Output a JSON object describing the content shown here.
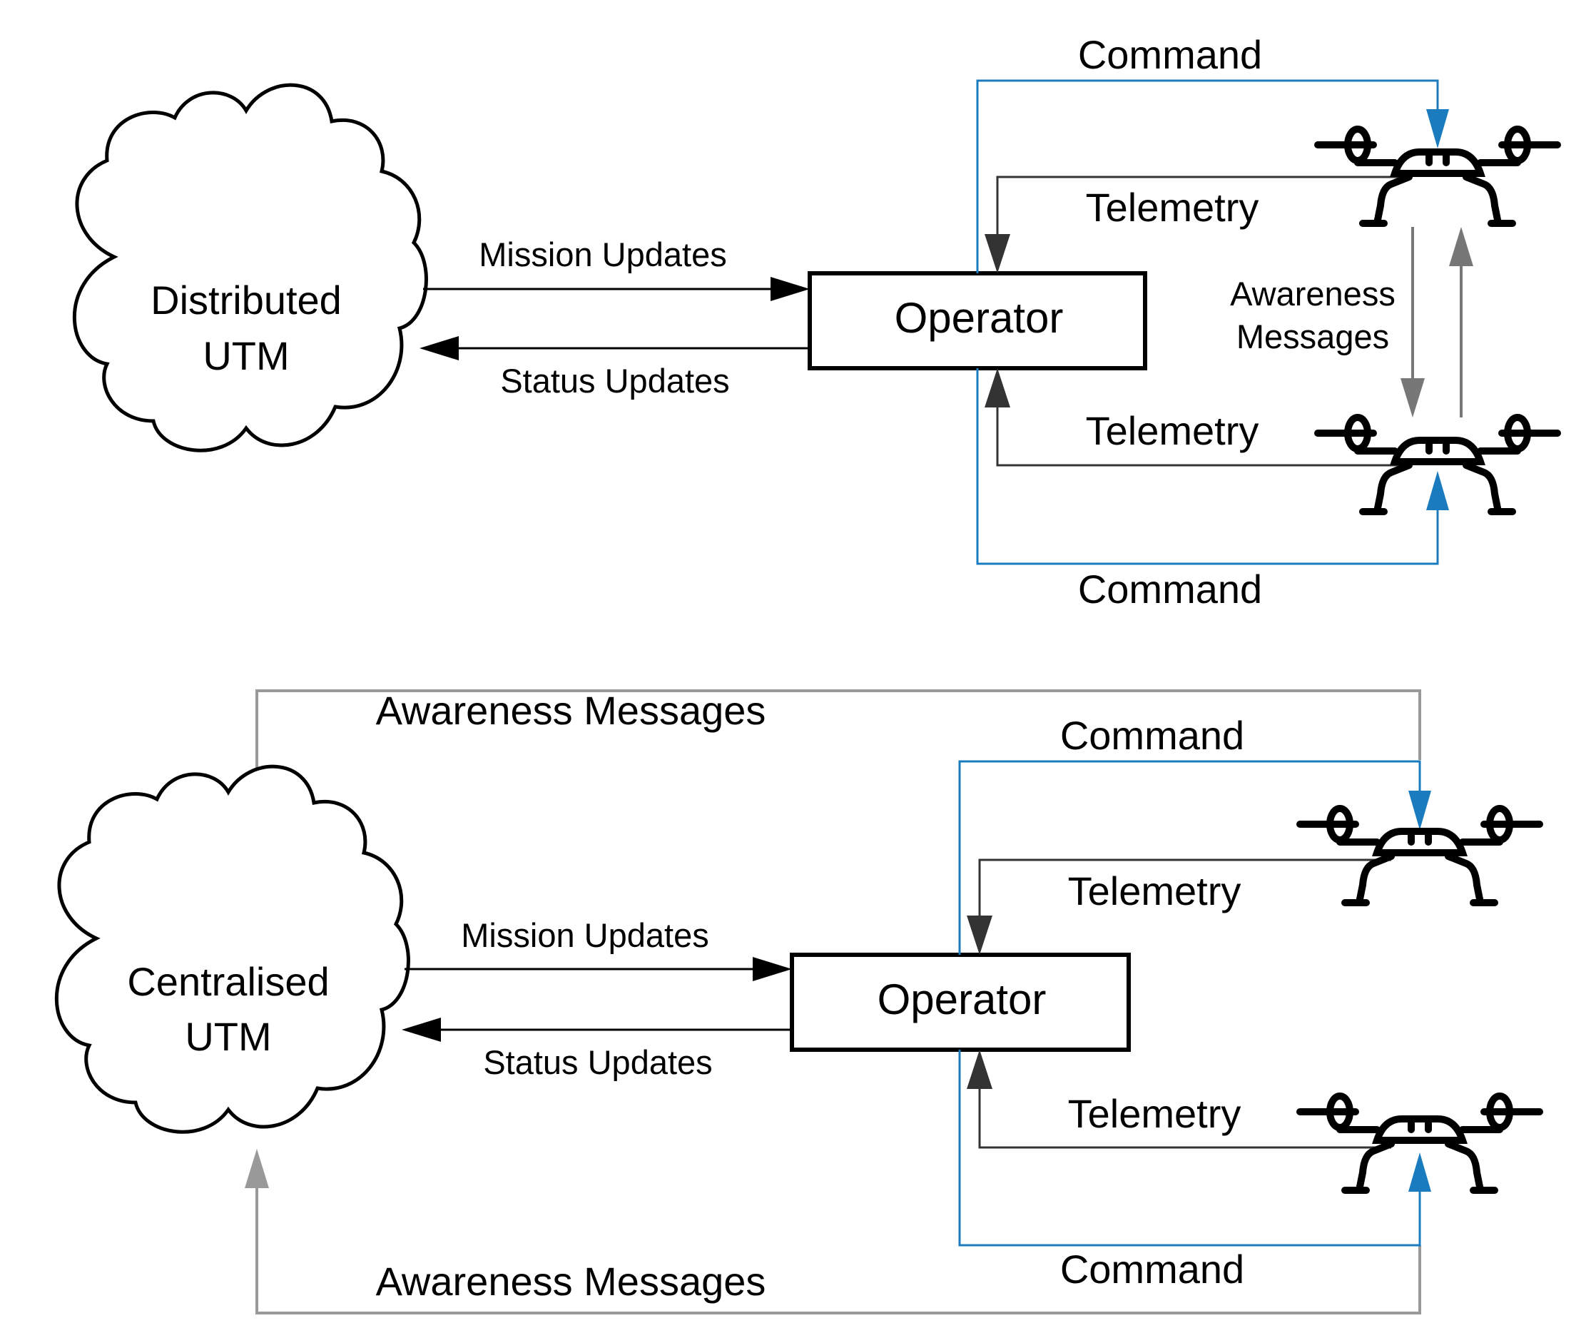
{
  "top": {
    "cloud_label": [
      "Distributed",
      "UTM"
    ],
    "operator_label": "Operator",
    "mission_updates": "Mission Updates",
    "status_updates": "Status Updates",
    "command_top": "Command",
    "telemetry_top": "Telemetry",
    "awareness": [
      "Awareness",
      "Messages"
    ],
    "telemetry_bottom": "Telemetry",
    "command_bottom": "Command"
  },
  "bottom": {
    "cloud_label": [
      "Centralised",
      "UTM"
    ],
    "operator_label": "Operator",
    "mission_updates": "Mission Updates",
    "status_updates": "Status Updates",
    "awareness_top": "Awareness Messages",
    "command_top": "Command",
    "telemetry_top": "Telemetry",
    "telemetry_bottom": "Telemetry",
    "command_bottom": "Command",
    "awareness_bottom": "Awareness Messages"
  },
  "colors": {
    "command": "#1a7cbf",
    "telemetry": "#333333",
    "awareness": "#999999",
    "awareness_dark": "#777777",
    "ink": "#000000"
  },
  "icons": [
    "cloud-icon",
    "drone-icon",
    "arrowhead-icon"
  ]
}
